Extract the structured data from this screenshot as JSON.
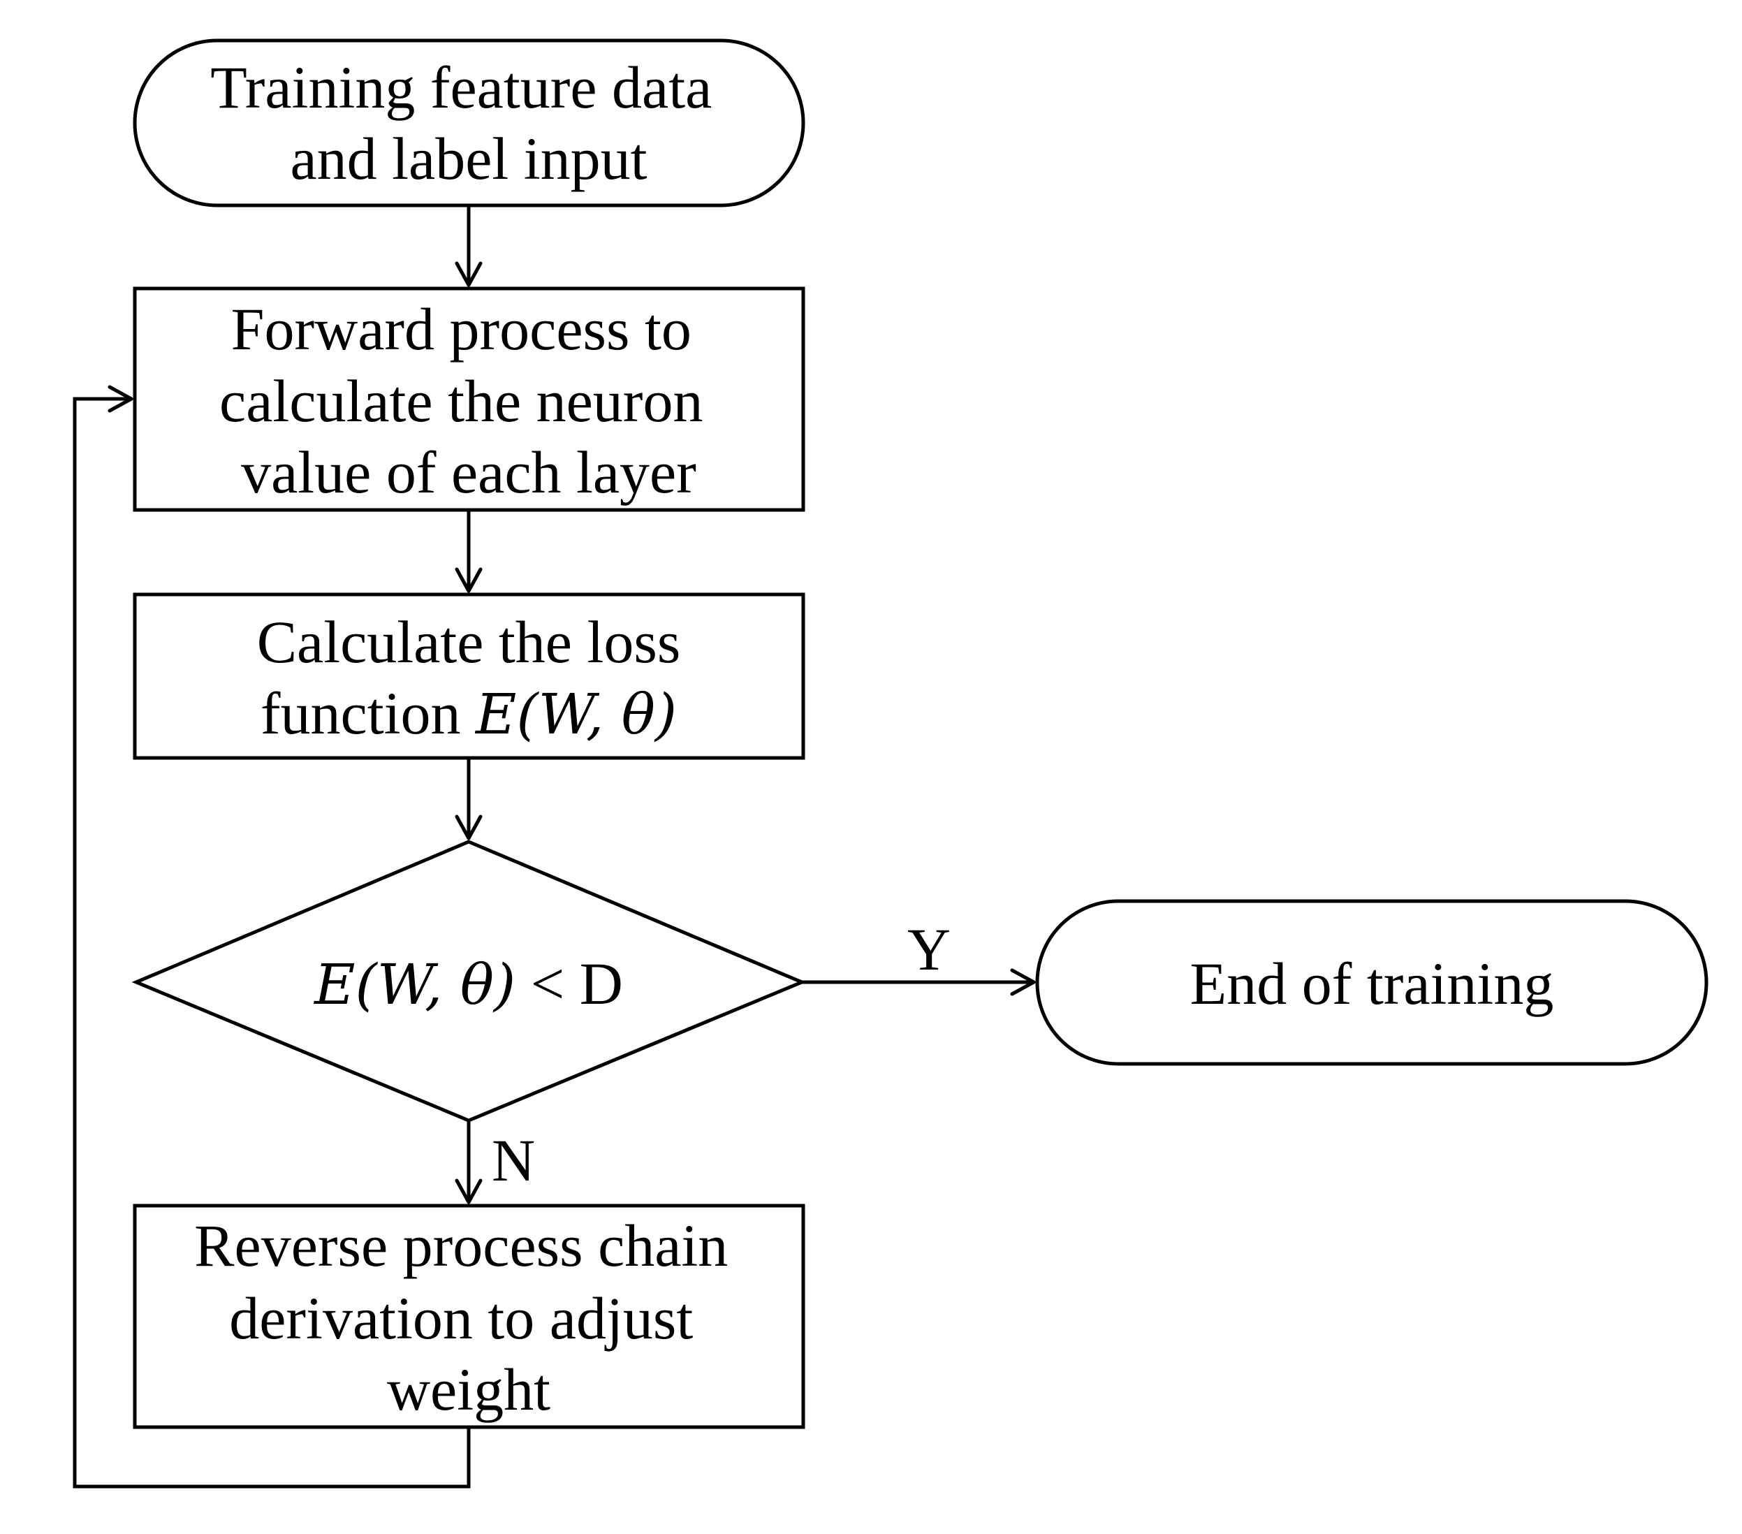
{
  "colors": {
    "stroke": "#000000",
    "fill": "#ffffff",
    "text": "#000000"
  },
  "nodes": {
    "start": {
      "shape": "terminator",
      "lines": [
        "Training feature data",
        "and label input"
      ]
    },
    "forward": {
      "shape": "process",
      "lines": [
        "Forward process to",
        "calculate the neuron",
        "value of each layer"
      ]
    },
    "loss": {
      "shape": "process",
      "line1": "Calculate the loss",
      "line2_prefix": "function ",
      "line2_math": "E(W, θ)"
    },
    "decision": {
      "shape": "decision",
      "math": "E(W, θ)",
      "operator": " < D"
    },
    "end": {
      "shape": "terminator",
      "lines": [
        "End of training"
      ]
    },
    "reverse": {
      "shape": "process",
      "lines": [
        "Reverse process chain",
        "derivation to adjust",
        "weight"
      ]
    }
  },
  "edges": {
    "yes_label": "Y",
    "no_label": "N"
  }
}
